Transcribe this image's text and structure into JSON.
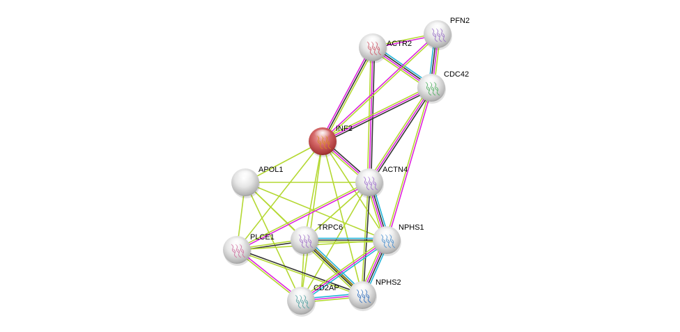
{
  "title": "STRING protein interaction network",
  "query_protein": "INF2",
  "edge_colors": {
    "experimental": "#dd22dd",
    "database": "#22b4d8",
    "textmining": "#b4d832",
    "coexpression": "#333333",
    "neighborhood": "#8b6b2a"
  },
  "nodes": [
    {
      "id": "ACTR2",
      "label": "ACTR2",
      "query": false,
      "glyph": "#d05a6a"
    },
    {
      "id": "PFN2",
      "label": "PFN2",
      "query": false,
      "glyph": "#9a70c8"
    },
    {
      "id": "CDC42",
      "label": "CDC42",
      "query": false,
      "glyph": "#4cae5c"
    },
    {
      "id": "INF2",
      "label": "INF2",
      "query": true,
      "glyph": "#d88a20"
    },
    {
      "id": "APOL1",
      "label": "APOL1",
      "query": false,
      "glyph": ""
    },
    {
      "id": "ACTN4",
      "label": "ACTN4",
      "query": false,
      "glyph": "#a070d0"
    },
    {
      "id": "TRPC6",
      "label": "TRPC6",
      "query": false,
      "glyph": "#a070c8"
    },
    {
      "id": "NPHS1",
      "label": "NPHS1",
      "query": false,
      "glyph": "#4a90d0"
    },
    {
      "id": "PLCE1",
      "label": "PLCE1",
      "query": false,
      "glyph": "#d070a0"
    },
    {
      "id": "CD2AP",
      "label": "CD2AP",
      "query": false,
      "glyph": "#50a0a0"
    },
    {
      "id": "NPHS2",
      "label": "NPHS2",
      "query": false,
      "glyph": "#3070c0"
    }
  ],
  "edges": [
    {
      "a": "ACTR2",
      "b": "PFN2",
      "types": [
        "textmining",
        "experimental"
      ]
    },
    {
      "a": "ACTR2",
      "b": "CDC42",
      "types": [
        "database",
        "coexpression",
        "experimental",
        "textmining"
      ]
    },
    {
      "a": "ACTR2",
      "b": "INF2",
      "types": [
        "textmining",
        "coexpression",
        "experimental"
      ]
    },
    {
      "a": "ACTR2",
      "b": "ACTN4",
      "types": [
        "coexpression",
        "experimental",
        "textmining"
      ]
    },
    {
      "a": "PFN2",
      "b": "CDC42",
      "types": [
        "textmining",
        "experimental",
        "coexpression",
        "database"
      ]
    },
    {
      "a": "PFN2",
      "b": "INF2",
      "types": [
        "textmining",
        "experimental"
      ]
    },
    {
      "a": "CDC42",
      "b": "INF2",
      "types": [
        "coexpression",
        "experimental",
        "textmining"
      ]
    },
    {
      "a": "CDC42",
      "b": "ACTN4",
      "types": [
        "coexpression",
        "experimental",
        "textmining"
      ]
    },
    {
      "a": "CDC42",
      "b": "NPHS1",
      "types": [
        "experimental",
        "textmining"
      ]
    },
    {
      "a": "INF2",
      "b": "ACTN4",
      "types": [
        "coexpression",
        "experimental",
        "textmining"
      ]
    },
    {
      "a": "INF2",
      "b": "APOL1",
      "types": [
        "textmining"
      ]
    },
    {
      "a": "INF2",
      "b": "TRPC6",
      "types": [
        "textmining"
      ]
    },
    {
      "a": "INF2",
      "b": "PLCE1",
      "types": [
        "textmining"
      ]
    },
    {
      "a": "INF2",
      "b": "CD2AP",
      "types": [
        "textmining"
      ]
    },
    {
      "a": "INF2",
      "b": "NPHS1",
      "types": [
        "textmining"
      ]
    },
    {
      "a": "INF2",
      "b": "NPHS2",
      "types": [
        "textmining"
      ]
    },
    {
      "a": "APOL1",
      "b": "ACTN4",
      "types": [
        "textmining"
      ]
    },
    {
      "a": "APOL1",
      "b": "PLCE1",
      "types": [
        "textmining"
      ]
    },
    {
      "a": "APOL1",
      "b": "TRPC6",
      "types": [
        "textmining"
      ]
    },
    {
      "a": "APOL1",
      "b": "NPHS1",
      "types": [
        "textmining"
      ]
    },
    {
      "a": "APOL1",
      "b": "NPHS2",
      "types": [
        "textmining"
      ]
    },
    {
      "a": "APOL1",
      "b": "CD2AP",
      "types": [
        "textmining"
      ]
    },
    {
      "a": "ACTN4",
      "b": "PLCE1",
      "types": [
        "experimental",
        "textmining"
      ]
    },
    {
      "a": "ACTN4",
      "b": "TRPC6",
      "types": [
        "textmining"
      ]
    },
    {
      "a": "ACTN4",
      "b": "NPHS1",
      "types": [
        "database",
        "coexpression",
        "experimental",
        "textmining"
      ]
    },
    {
      "a": "ACTN4",
      "b": "NPHS2",
      "types": [
        "coexpression",
        "textmining"
      ]
    },
    {
      "a": "ACTN4",
      "b": "CD2AP",
      "types": [
        "textmining"
      ]
    },
    {
      "a": "TRPC6",
      "b": "NPHS1",
      "types": [
        "database",
        "coexpression",
        "textmining"
      ]
    },
    {
      "a": "TRPC6",
      "b": "NPHS2",
      "types": [
        "database",
        "neighborhood",
        "coexpression",
        "textmining"
      ]
    },
    {
      "a": "TRPC6",
      "b": "PLCE1",
      "types": [
        "coexpression",
        "textmining"
      ]
    },
    {
      "a": "TRPC6",
      "b": "CD2AP",
      "types": [
        "textmining"
      ]
    },
    {
      "a": "PLCE1",
      "b": "NPHS1",
      "types": [
        "textmining"
      ]
    },
    {
      "a": "PLCE1",
      "b": "NPHS2",
      "types": [
        "coexpression",
        "textmining"
      ]
    },
    {
      "a": "PLCE1",
      "b": "CD2AP",
      "types": [
        "experimental",
        "textmining"
      ]
    },
    {
      "a": "NPHS1",
      "b": "NPHS2",
      "types": [
        "database",
        "coexpression",
        "experimental",
        "textmining"
      ]
    },
    {
      "a": "NPHS1",
      "b": "CD2AP",
      "types": [
        "database",
        "experimental",
        "textmining"
      ]
    },
    {
      "a": "CD2AP",
      "b": "NPHS2",
      "types": [
        "database",
        "experimental",
        "textmining"
      ]
    }
  ]
}
